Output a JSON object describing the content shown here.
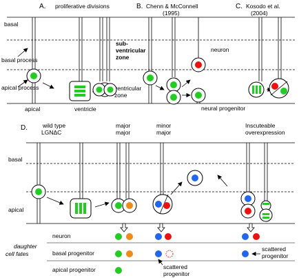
{
  "panel_a": {
    "letter": "A.",
    "title": "proliferative divisions",
    "layer_basal": "basal",
    "arrow_basal_process": "basal process",
    "arrow_apical_process": "apical process",
    "surface_apical": "apical",
    "surface_ventricle": "ventricle"
  },
  "panel_b": {
    "letter": "B.",
    "title_line1": "Chenn & McConnell",
    "title_line2": "(1995)",
    "svz_line1": "sub-",
    "svz_line2": "ventricular",
    "svz_line3": "zone",
    "vz_line1": "ventricular",
    "vz_line2": "zone",
    "neuron_label": "neuron",
    "progenitor_label": "neural progenitor"
  },
  "panel_c": {
    "letter": "C.",
    "title_line1": "Kosodo et al.",
    "title_line2": "(2004)"
  },
  "panel_d": {
    "letter": "D.",
    "col1_line1": "wild type",
    "col1_line2": "LGNΔC",
    "col2_line1": "major",
    "col2_line2": "major",
    "col3_line1": "minor",
    "col3_line2": "major",
    "col4_line1": "Inscuteable",
    "col4_line2": "overexpression",
    "layer_basal": "basal",
    "layer_apical": "apical",
    "fates_line1": "daughter",
    "fates_line2": "cell fates",
    "row_neuron": "neuron",
    "row_basal_progenitor": "basal progenitor",
    "row_apical_progenitor": "apical progenitor",
    "note_scattered1_line1": "scattered",
    "note_scattered1_line2": "progenitor",
    "note_scattered2_line1": "scattered",
    "note_scattered2_line2": "progenitor"
  },
  "colors": {
    "apical_progenitor": "#22cc22",
    "basal_progenitor": "#2266ee",
    "neuron": "#ee1111",
    "major_major_neuron": "#f08a1a"
  }
}
